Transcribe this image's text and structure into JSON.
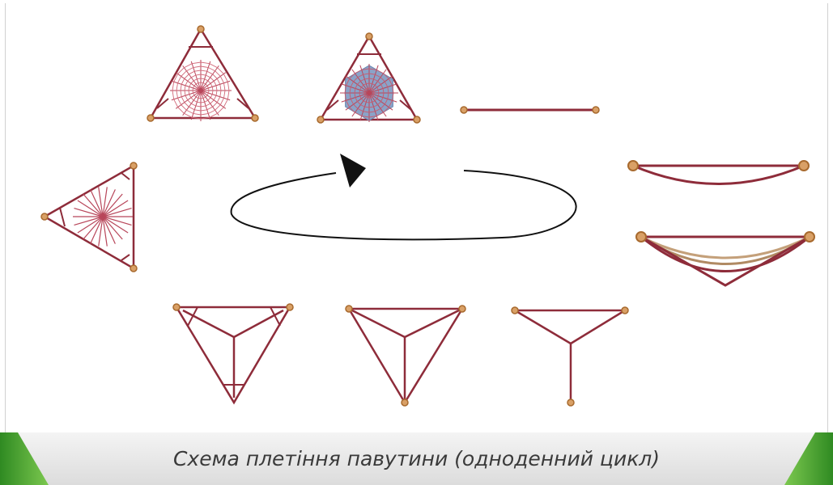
{
  "caption": "Схема плетіння павутини (одноденний цикл)",
  "colors": {
    "thread": "#8e2c3a",
    "spiral": "#c95b6e",
    "anchor_fill": "#d9a066",
    "anchor_stroke": "#a86a2e",
    "blue_fill": "#8aa3c8",
    "tan_thread": "#c4a07a",
    "cycle_arrow": "#111111",
    "band_green": "#3d9a2c",
    "band_light": "#e4e4e4"
  },
  "stages": [
    {
      "id": "stage-1-single-thread",
      "icon": "single-bridge-thread"
    },
    {
      "id": "stage-2-sagging-thread",
      "icon": "sagging-thread"
    },
    {
      "id": "stage-3-multiple-threads",
      "icon": "multiple-sagging-threads"
    },
    {
      "id": "stage-4-y-frame",
      "icon": "y-shaped-frame"
    },
    {
      "id": "stage-5-triangle-frame",
      "icon": "triangle-frame-with-hub"
    },
    {
      "id": "stage-6-frame-reinforced",
      "icon": "reinforced-frame"
    },
    {
      "id": "stage-7-radii",
      "icon": "radial-threads"
    },
    {
      "id": "stage-8-temporary-spiral",
      "icon": "temporary-spiral-web"
    },
    {
      "id": "stage-9-capture-spiral",
      "icon": "capture-spiral-web"
    }
  ]
}
